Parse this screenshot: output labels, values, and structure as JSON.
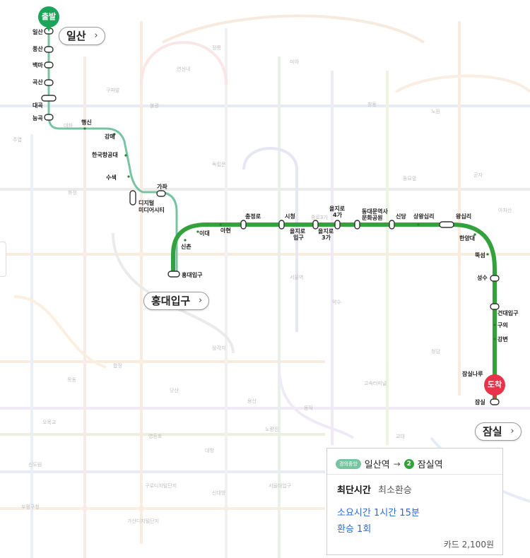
{
  "route": {
    "start_pin": "출발",
    "end_pin": "도착",
    "start_station": "일산",
    "transfer_station": "홍대입구",
    "end_station": "잠실",
    "callout_chevron": "›"
  },
  "route_stations": {
    "gyeongui": [
      "일산",
      "풍산",
      "백마",
      "곡산",
      "대곡",
      "능곡",
      "행신",
      "강매",
      "한국항공대",
      "수색",
      "디지털\n미디어시티",
      "가좌",
      "홍대입구"
    ],
    "line2": [
      "신촌",
      "이대",
      "아현",
      "충정로",
      "시청",
      "을지로\n입구",
      "을지로\n3가",
      "을지로\n4가",
      "동대문역사\n문화공원",
      "신당",
      "상왕십리",
      "왕십리",
      "한양대",
      "뚝섬",
      "성수",
      "건대입구",
      "구의",
      "강변",
      "잠실나루",
      "잠실"
    ]
  },
  "info_card": {
    "line_badge": "경의중앙",
    "from_station": "일산역",
    "arrow": "→",
    "to_line_number": "2",
    "to_station": "잠실역",
    "tab_fastest": "최단시간",
    "tab_min_transfer": "최소환승",
    "duration": "소요시간 1시간 15분",
    "transfers": "환승 1회",
    "fare": "카드 2,100원"
  },
  "colors": {
    "route_line2": "#33a23d",
    "route_gyeongui": "#77c4a3",
    "start_pin": "#1aa65a",
    "end_pin": "#e8334a",
    "accent_text": "#2a6bd6"
  }
}
